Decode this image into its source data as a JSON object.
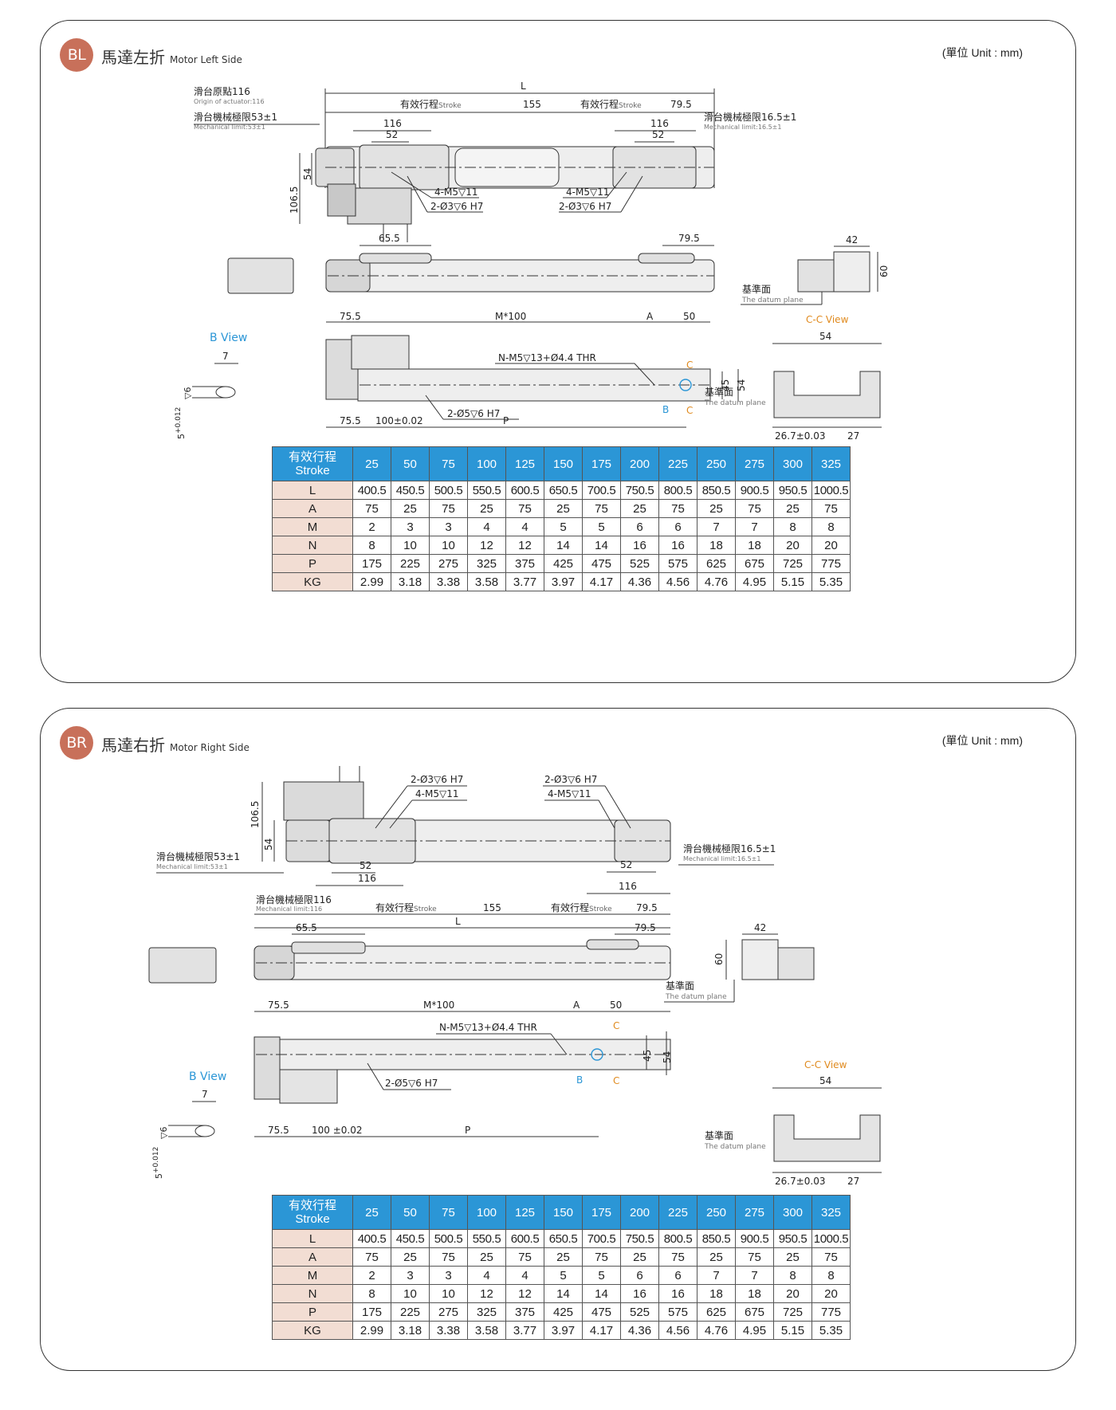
{
  "unit_label": "(單位 Unit : mm)",
  "panels": {
    "bl": {
      "badge": "BL",
      "title_zh": "馬達左折",
      "title_en": "Motor Left Side",
      "labels": {
        "L": "L",
        "origin_zh": "滑台原點116",
        "origin_en": "Origin of actuator:116",
        "mech_left_zh": "滑台機械極限53±1",
        "mech_left_en": "Mechanical limit:53±1",
        "mech_right_zh": "滑台機械極限16.5±1",
        "mech_right_en": "Mechanical limit:16.5±1",
        "stroke_zh": "有效行程",
        "stroke_en": "Stroke",
        "d155": "155",
        "d79_5": "79.5",
        "d116": "116",
        "d52": "52",
        "d106_5": "106.5",
        "d54": "54",
        "d65_5": "65.5",
        "d42": "42",
        "d60": "60",
        "d75_5": "75.5",
        "M100": "M*100",
        "A": "A",
        "d50": "50",
        "d45": "45",
        "thread1": "4-M5",
        "thread1b": "11",
        "pin1": "2-Ø3",
        "pin1b": "6 H7",
        "nm5": "N-M5",
        "nm5b": "13+Ø4.4 THR",
        "pin5": "2-Ø5",
        "pin5b": "6 H7",
        "d100": "100±0.02",
        "P": "P",
        "datum_zh": "基準面",
        "datum_en": "The datum plane",
        "bview": "B View",
        "b7": "7",
        "b6": "6",
        "tol_a": "+0.012",
        "tol_b": "0",
        "tol_5": "5",
        "ccview": "C-C View",
        "cc54": "54",
        "cc26": "26.7±0.03",
        "cc27": "27",
        "B": "B",
        "C": "C"
      }
    },
    "br": {
      "badge": "BR",
      "title_zh": "馬達右折",
      "title_en": "Motor Right Side",
      "labels": {
        "L": "L",
        "origin_zh": "滑台機械極限116",
        "origin_en": "Mechanical limit:116",
        "mech_left_zh": "滑台機械極限53±1",
        "mech_left_en": "Mechanical limit:53±1",
        "mech_right_zh": "滑台機械極限16.5±1",
        "mech_right_en": "Mechanical limit:16.5±1",
        "stroke_zh": "有效行程",
        "stroke_en": "Stroke",
        "d155": "155",
        "d79_5": "79.5",
        "d116": "116",
        "d52": "52",
        "d106_5": "106.5",
        "d54": "54",
        "d65_5": "65.5",
        "d42": "42",
        "d60": "60",
        "d75_5": "75.5",
        "M100": "M*100",
        "A": "A",
        "d50": "50",
        "d45": "45",
        "thread1": "4-M5",
        "thread1b": "11",
        "pin1": "2-Ø3",
        "pin1b": "6 H7",
        "nm5": "N-M5",
        "nm5b": "13+Ø4.4 THR",
        "pin5": "2-Ø5",
        "pin5b": "6 H7",
        "d100": "100 ±0.02",
        "P": "P",
        "datum_zh": "基準面",
        "datum_en": "The datum plane",
        "bview": "B View",
        "b7": "7",
        "b6": "6",
        "tol_a": "+0.012",
        "tol_b": "0",
        "tol_5": "5",
        "ccview": "C-C View",
        "cc54": "54",
        "cc26": "26.7±0.03",
        "cc27": "27",
        "B": "B",
        "C": "C"
      }
    }
  },
  "spec_table": {
    "header_zh": "有效行程",
    "header_en": "Stroke",
    "strokes": [
      "25",
      "50",
      "75",
      "100",
      "125",
      "150",
      "175",
      "200",
      "225",
      "250",
      "275",
      "300",
      "325"
    ],
    "rows": [
      {
        "label": "L",
        "values": [
          "400.5",
          "450.5",
          "500.5",
          "550.5",
          "600.5",
          "650.5",
          "700.5",
          "750.5",
          "800.5",
          "850.5",
          "900.5",
          "950.5",
          "1000.5"
        ]
      },
      {
        "label": "A",
        "values": [
          "75",
          "25",
          "75",
          "25",
          "75",
          "25",
          "75",
          "25",
          "75",
          "25",
          "75",
          "25",
          "75"
        ]
      },
      {
        "label": "M",
        "values": [
          "2",
          "3",
          "3",
          "4",
          "4",
          "5",
          "5",
          "6",
          "6",
          "7",
          "7",
          "8",
          "8"
        ]
      },
      {
        "label": "N",
        "values": [
          "8",
          "10",
          "10",
          "12",
          "12",
          "14",
          "14",
          "16",
          "16",
          "18",
          "18",
          "20",
          "20"
        ]
      },
      {
        "label": "P",
        "values": [
          "175",
          "225",
          "275",
          "325",
          "375",
          "425",
          "475",
          "525",
          "575",
          "625",
          "675",
          "725",
          "775"
        ]
      },
      {
        "label": "KG",
        "values": [
          "2.99",
          "3.18",
          "3.38",
          "3.58",
          "3.77",
          "3.97",
          "4.17",
          "4.36",
          "4.56",
          "4.76",
          "4.95",
          "5.15",
          "5.35"
        ]
      }
    ]
  },
  "colors": {
    "badge": "#c8705a",
    "table_header": "#2b96d6",
    "table_row_header": "#f2ddd3",
    "accent_blue": "#2b96d6",
    "accent_orange": "#e08a1e"
  }
}
